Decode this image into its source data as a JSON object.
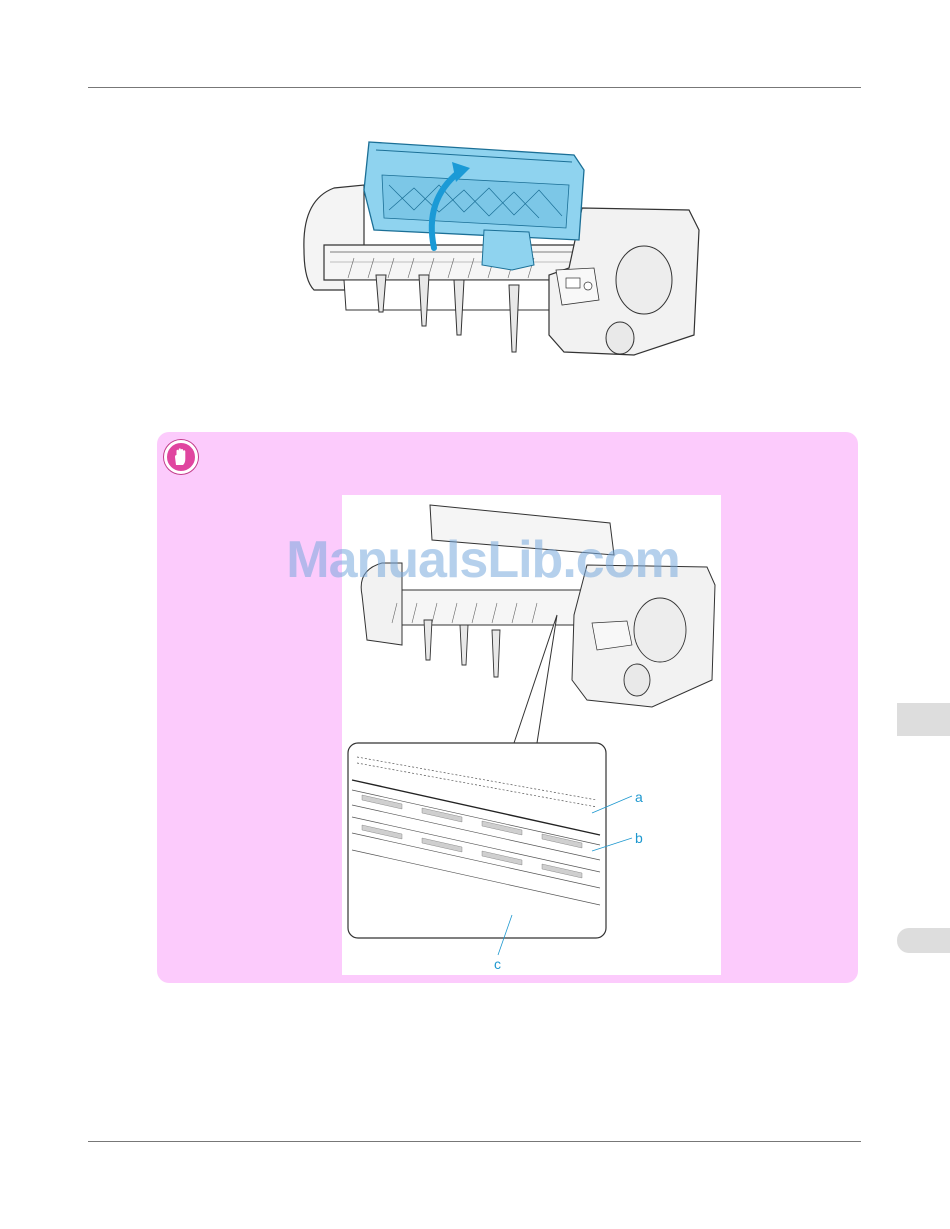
{
  "figure_callouts": {
    "a": "a",
    "b": "b",
    "c": "c"
  },
  "watermark": "ManualsLib.com",
  "colors": {
    "important_box": "#fccbfc",
    "important_icon": "#e0459f",
    "callout_text": "#1e98cf",
    "printer_cover_highlight": "#8fd3ef",
    "arrow": "#1b9ad6",
    "side_tab": "#dddddd"
  },
  "icons": {
    "important": "stop-hand-icon"
  }
}
